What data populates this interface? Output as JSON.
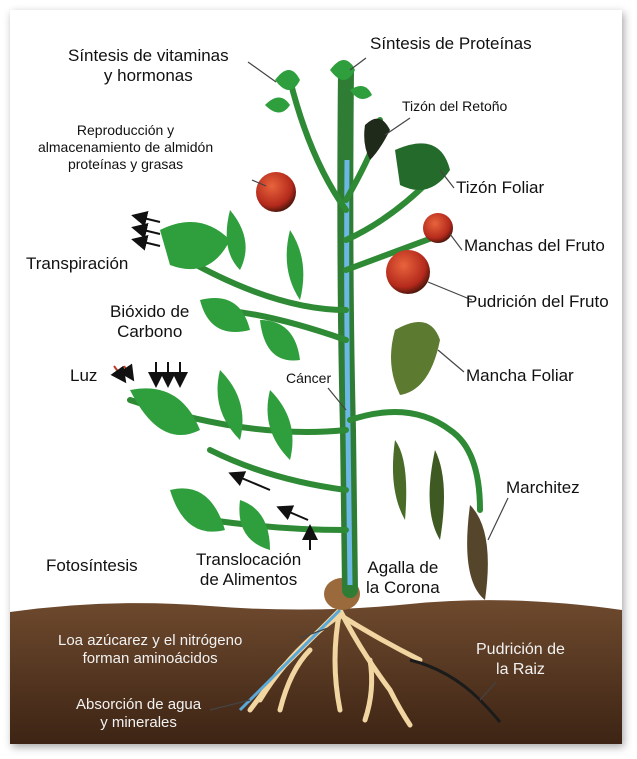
{
  "labels": {
    "sintesis_vitaminas": "Síntesis de vitaminas\ny hormonas",
    "sintesis_proteinas": "Síntesis de Proteínas",
    "reproduccion": "Reproducción y\nalmacenamiento de almidón\nproteínas y grasas",
    "tizon_retono": "Tizón del Retoño",
    "tizon_foliar": "Tizón Foliar",
    "manchas_fruto": "Manchas del Fruto",
    "transpiracion": "Transpiración",
    "pudricion_fruto": "Pudrición del Fruto",
    "bioxido": "Bióxido de\nCarbono",
    "luz": "Luz",
    "cancer": "Cáncer",
    "mancha_foliar": "Mancha Foliar",
    "marchitez": "Marchitez",
    "fotosintesis": "Fotosíntesis",
    "translocacion": "Translocación\nde Alimentos",
    "agalla": "Agalla de\nla Corona",
    "azucarez": "Loa azúcarez y el nitrógeno\nforman aminoácidos",
    "pudricion_raiz": "Pudrición de\nla Raiz",
    "absorcion": "Absorción de agua\ny minerales"
  },
  "colors": {
    "leaf": "#2f9e3d",
    "stem": "#3a8a3c",
    "xylem": "#5aa8d8",
    "soil": "#5b3a22",
    "fruit": "#c0392b",
    "diseased_leaf": "#6b5a2a",
    "root": "#f3d9a8"
  },
  "icons": [
    "arrow-icon",
    "light-icon"
  ]
}
